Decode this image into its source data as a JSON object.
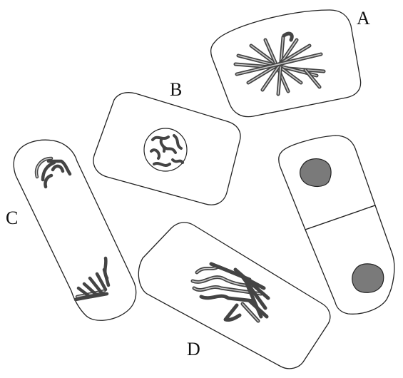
{
  "labels": {
    "A": "A",
    "B": "B",
    "C": "C",
    "D": "D"
  },
  "colors": {
    "outline": "#222222",
    "chromosome": "#444444",
    "nucleus_fill": "#7a7a7a",
    "background": "#ffffff"
  }
}
